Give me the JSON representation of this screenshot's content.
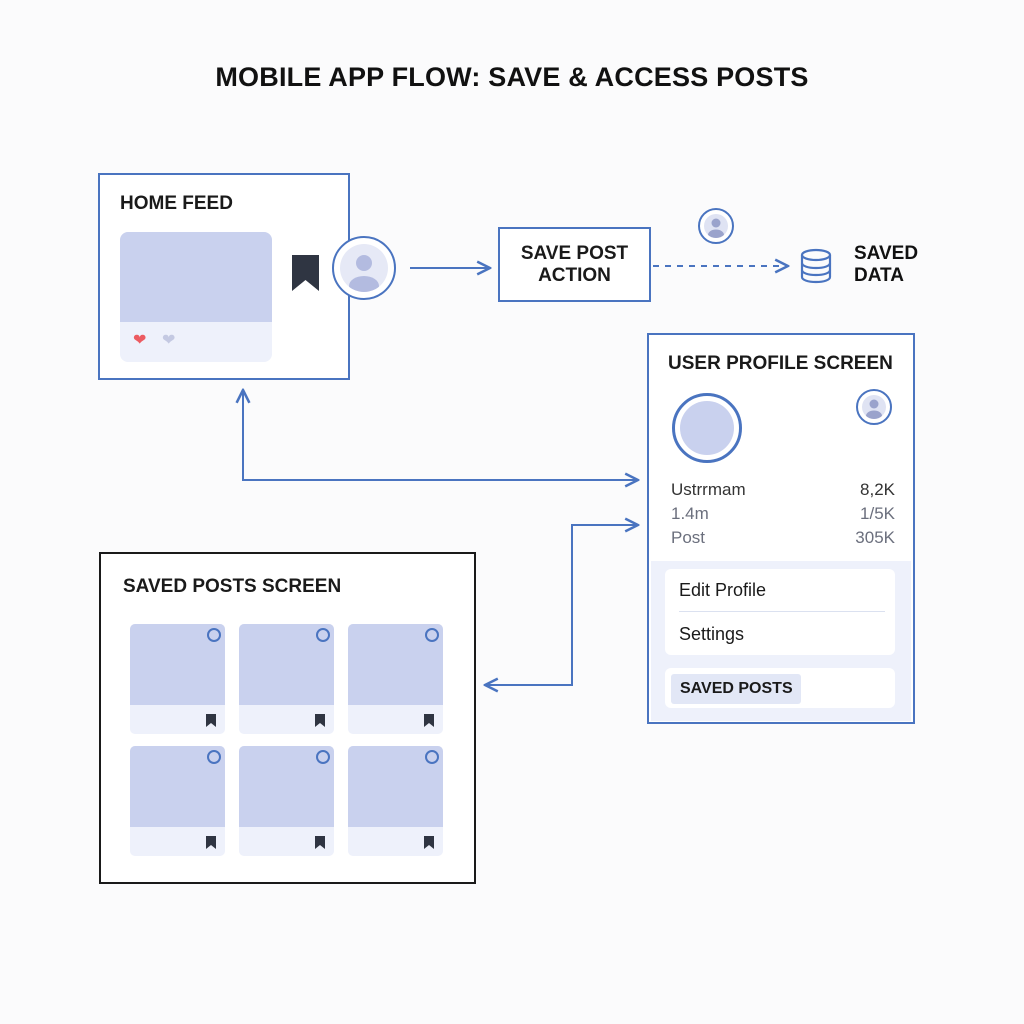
{
  "title": "MOBILE APP FLOW: SAVE & ACCESS POSTS",
  "home_feed": {
    "title": "HOME FEED"
  },
  "save_action": {
    "line1": "SAVE POST",
    "line2": "ACTION"
  },
  "saved_data": {
    "line1": "SAVED",
    "line2": "DATA"
  },
  "profile": {
    "title": "USER PROFILE SCREEN",
    "stats": [
      {
        "label": "Ustrrmam",
        "value": "8,2K"
      },
      {
        "label": "1.4m",
        "value": "1/5K"
      },
      {
        "label": "Post",
        "value": "305K"
      }
    ],
    "menu": [
      "Edit Profile",
      "Settings"
    ],
    "saved_button": "SAVED POSTS"
  },
  "saved_posts": {
    "title": "SAVED POSTS SCREEN",
    "thumbnail_count": 6
  },
  "icons": {
    "bookmark": "bookmark-icon",
    "user": "user-icon",
    "database": "database-icon",
    "heart": "heart-icon"
  },
  "colors": {
    "accent": "#4a74c0",
    "placeholder": "#c9d1ee",
    "panel": "#eef1fb",
    "heart": "#ec5b61",
    "bookmark": "#2f3542"
  }
}
